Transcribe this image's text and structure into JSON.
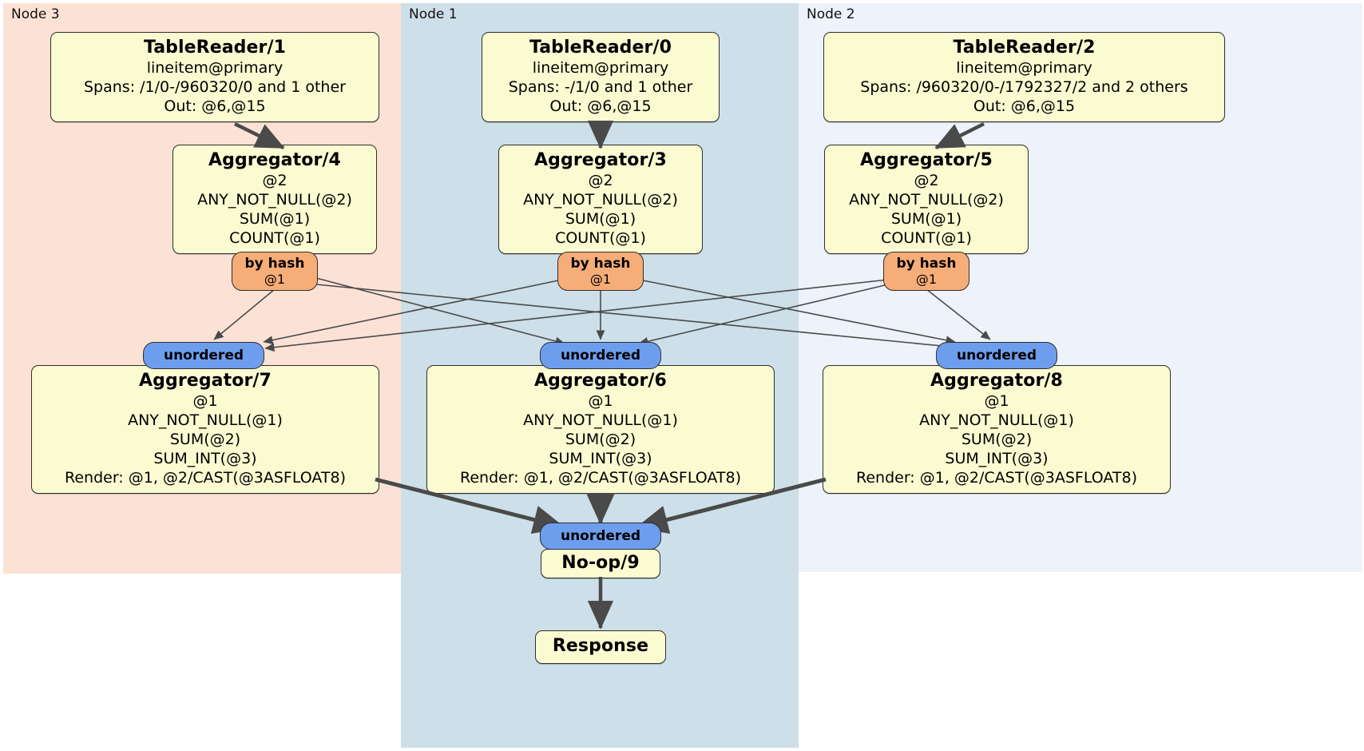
{
  "diagram": {
    "type": "distributed-query-plan",
    "colors": {
      "node3_panel": "#fbe2d5",
      "node1_panel": "#cddfe9",
      "node2_panel": "#eef2fb",
      "box_fill": "#fbfbd2",
      "box_stroke": "#2e2e2e",
      "hash_router": "#f7ad78",
      "unordered_synchronizer": "#6d9ded"
    }
  },
  "panels": [
    {
      "id": "node3",
      "label": "Node 3"
    },
    {
      "id": "node1",
      "label": "Node 1"
    },
    {
      "id": "node2",
      "label": "Node 2"
    }
  ],
  "processors": {
    "table_reader_1": {
      "title": "TableReader/1",
      "lines": [
        "lineitem@primary",
        "Spans: /1/0-/960320/0 and 1 other",
        "Out: @6,@15"
      ]
    },
    "table_reader_0": {
      "title": "TableReader/0",
      "lines": [
        "lineitem@primary",
        "Spans: -/1/0 and 1 other",
        "Out: @6,@15"
      ]
    },
    "table_reader_2": {
      "title": "TableReader/2",
      "lines": [
        "lineitem@primary",
        "Spans: /960320/0-/1792327/2 and 2 others",
        "Out: @6,@15"
      ]
    },
    "aggregator_4": {
      "title": "Aggregator/4",
      "lines": [
        "@2",
        "ANY_NOT_NULL(@2)",
        "SUM(@1)",
        "COUNT(@1)"
      ]
    },
    "aggregator_3": {
      "title": "Aggregator/3",
      "lines": [
        "@2",
        "ANY_NOT_NULL(@2)",
        "SUM(@1)",
        "COUNT(@1)"
      ]
    },
    "aggregator_5": {
      "title": "Aggregator/5",
      "lines": [
        "@2",
        "ANY_NOT_NULL(@2)",
        "SUM(@1)",
        "COUNT(@1)"
      ]
    },
    "aggregator_7": {
      "title": "Aggregator/7",
      "lines": [
        "@1",
        "ANY_NOT_NULL(@1)",
        "SUM(@2)",
        "SUM_INT(@3)",
        "Render: @1, @2/CAST(@3ASFLOAT8)"
      ]
    },
    "aggregator_6": {
      "title": "Aggregator/6",
      "lines": [
        "@1",
        "ANY_NOT_NULL(@1)",
        "SUM(@2)",
        "SUM_INT(@3)",
        "Render: @1, @2/CAST(@3ASFLOAT8)"
      ]
    },
    "aggregator_8": {
      "title": "Aggregator/8",
      "lines": [
        "@1",
        "ANY_NOT_NULL(@1)",
        "SUM(@2)",
        "SUM_INT(@3)",
        "Render: @1, @2/CAST(@3ASFLOAT8)"
      ]
    },
    "noop_9": {
      "title": "No-op/9",
      "lines": []
    },
    "response": {
      "title": "Response",
      "lines": []
    }
  },
  "routers": {
    "hash_left": {
      "label": "by hash",
      "sub": "@1"
    },
    "hash_center": {
      "label": "by hash",
      "sub": "@1"
    },
    "hash_right": {
      "label": "by hash",
      "sub": "@1"
    }
  },
  "synchronizers": {
    "unordered_left": {
      "label": "unordered"
    },
    "unordered_center": {
      "label": "unordered"
    },
    "unordered_right": {
      "label": "unordered"
    },
    "unordered_final": {
      "label": "unordered"
    }
  }
}
